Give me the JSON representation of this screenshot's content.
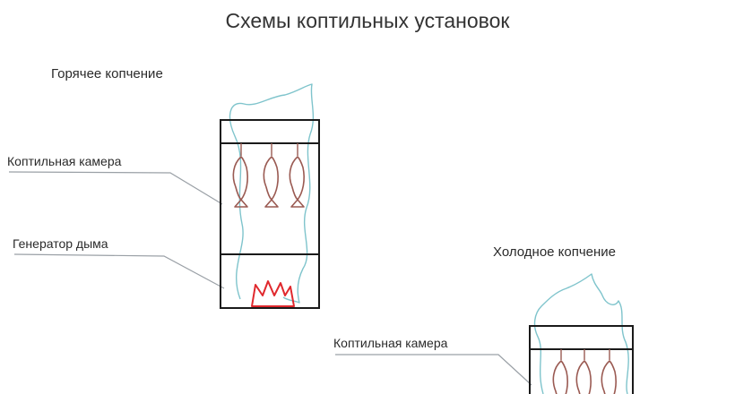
{
  "title": "Схемы коптильных установок",
  "hot": {
    "heading": "Горячее копчение",
    "chamber_label": "Коптильная камера",
    "generator_label": "Генератор дыма"
  },
  "cold": {
    "heading": "Холодное копчение",
    "chamber_label": "Коптильная камера"
  },
  "colors": {
    "outline": "#1a1a1a",
    "smoke": "#7fc4cc",
    "fish": "#9a5a52",
    "fire": "#e0282d",
    "leader": "#9aa0a6",
    "text": "#2a2a2a"
  },
  "icons": [
    "fish-icon",
    "fire-icon",
    "smoke-plume"
  ]
}
